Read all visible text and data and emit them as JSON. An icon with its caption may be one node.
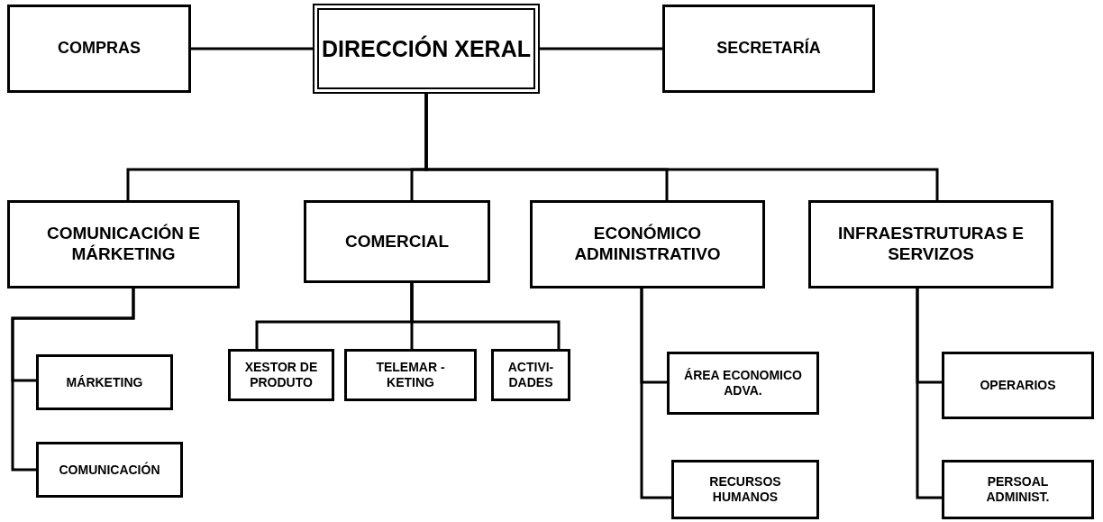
{
  "diagram": {
    "nodes": [
      {
        "text": [
          "COMPRAS"
        ]
      },
      {
        "text": [
          "DIRECCIÓN XERAL"
        ]
      },
      {
        "text": [
          "SECRETARÍA"
        ]
      },
      {
        "text": [
          "COMUNICACIÓN E MÁRKETING"
        ]
      },
      {
        "text": [
          "COMERCIAL"
        ]
      },
      {
        "text": [
          "ECONÓMICO ADMINISTRATIVO"
        ]
      },
      {
        "text": [
          "INFRAESTRUTURAS E SERVIZOS"
        ]
      },
      {
        "text": [
          "MÁRKETING"
        ]
      },
      {
        "text": [
          "COMUNICACIÓN"
        ]
      },
      {
        "text": [
          "XESTOR DE PRODUTO"
        ]
      },
      {
        "text": [
          "TELEMAR -KETING"
        ]
      },
      {
        "text": [
          "ACTIVI- DADES"
        ]
      },
      {
        "text": [
          "ÁREA ECONOMICO ADVA."
        ]
      },
      {
        "text": [
          "RECURSOS HUMANOS"
        ]
      },
      {
        "text": [
          "OPERARIOS"
        ]
      },
      {
        "text": [
          "PERSOAL ADMINIST."
        ]
      }
    ],
    "edges": [
      {
        "from": 0,
        "to": 1,
        "arrow": "none"
      },
      {
        "from": 1,
        "to": 2,
        "arrow": "none"
      },
      {
        "from": 1,
        "to": 3,
        "arrow": "none"
      },
      {
        "from": 1,
        "to": 4,
        "arrow": "none"
      },
      {
        "from": 1,
        "to": 5,
        "arrow": "none"
      },
      {
        "from": 1,
        "to": 6,
        "arrow": "none"
      },
      {
        "from": 3,
        "to": 7,
        "arrow": "none"
      },
      {
        "from": 3,
        "to": 8,
        "arrow": "none"
      },
      {
        "from": 4,
        "to": 9,
        "arrow": "none"
      },
      {
        "from": 4,
        "to": 10,
        "arrow": "none"
      },
      {
        "from": 4,
        "to": 11,
        "arrow": "none"
      },
      {
        "from": 5,
        "to": 12,
        "arrow": "none"
      },
      {
        "from": 5,
        "to": 13,
        "arrow": "none"
      },
      {
        "from": 6,
        "to": 14,
        "arrow": "none"
      },
      {
        "from": 6,
        "to": 15,
        "arrow": "none"
      }
    ]
  }
}
